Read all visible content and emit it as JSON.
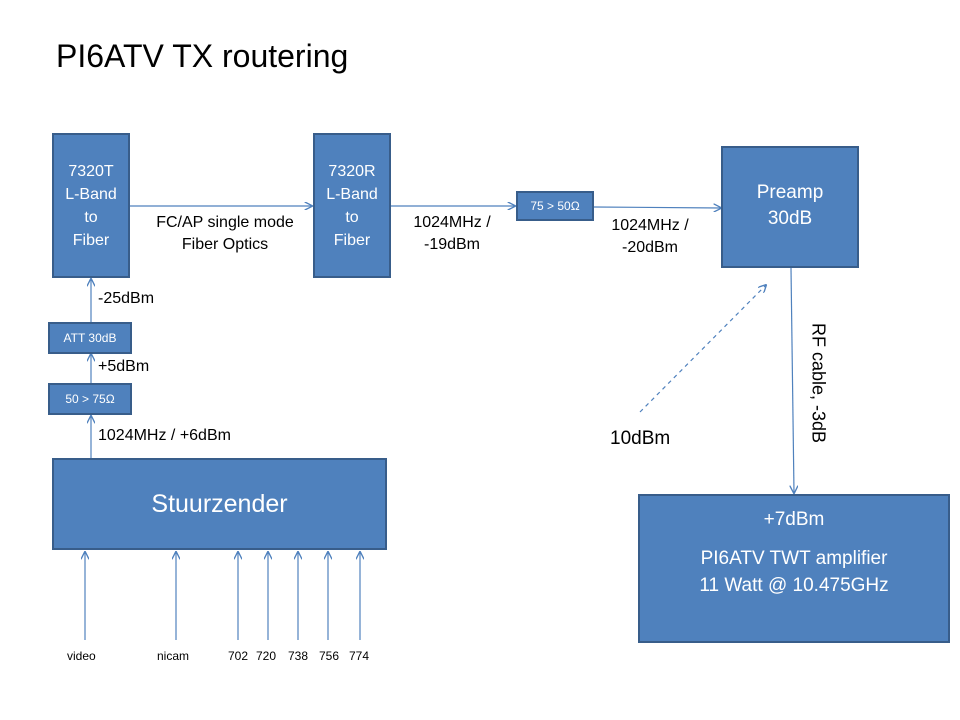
{
  "title": "PI6ATV TX routering",
  "blocks": {
    "tx7320t": [
      "7320T",
      "L-Band",
      "to",
      "Fiber"
    ],
    "rx7320r": [
      "7320R",
      "L-Band",
      "to",
      "Fiber"
    ],
    "imp_75_50": "75 > 50Ω",
    "preamp": [
      "Preamp",
      "30dB"
    ],
    "att": "ATT 30dB",
    "imp_50_75": "50 > 75Ω",
    "stuurzender": "Stuurzender",
    "twt": {
      "level": "+7dBm",
      "line1": "PI6ATV TWT amplifier",
      "line2": "11 Watt @ 10.475GHz"
    }
  },
  "labels": {
    "fiber": [
      "FC/AP single mode",
      "Fiber Optics"
    ],
    "rx_out": [
      "1024MHz /",
      "-19dBm"
    ],
    "preamp_in": [
      "1024MHz /",
      "-20dBm"
    ],
    "att_out": "-25dBm",
    "imp_out": "+5dBm",
    "stuur_out": "1024MHz / +6dBm",
    "rf_cable": "RF cable, -3dB",
    "gain_note": "10dBm"
  },
  "inputs": [
    "video",
    "nicam",
    "702",
    "720",
    "738",
    "756",
    "774"
  ]
}
